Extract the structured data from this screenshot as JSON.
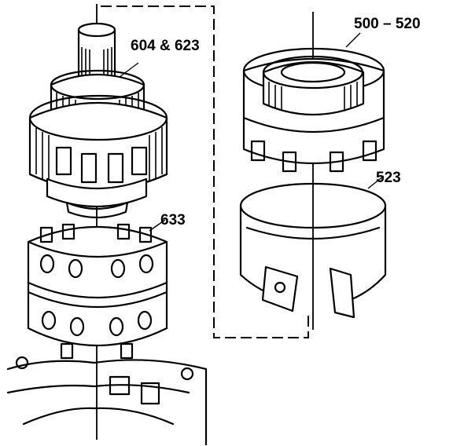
{
  "callouts": {
    "planetary": "604 & 623",
    "drum": "500 – 520",
    "band": "523",
    "sleeve": "633"
  }
}
